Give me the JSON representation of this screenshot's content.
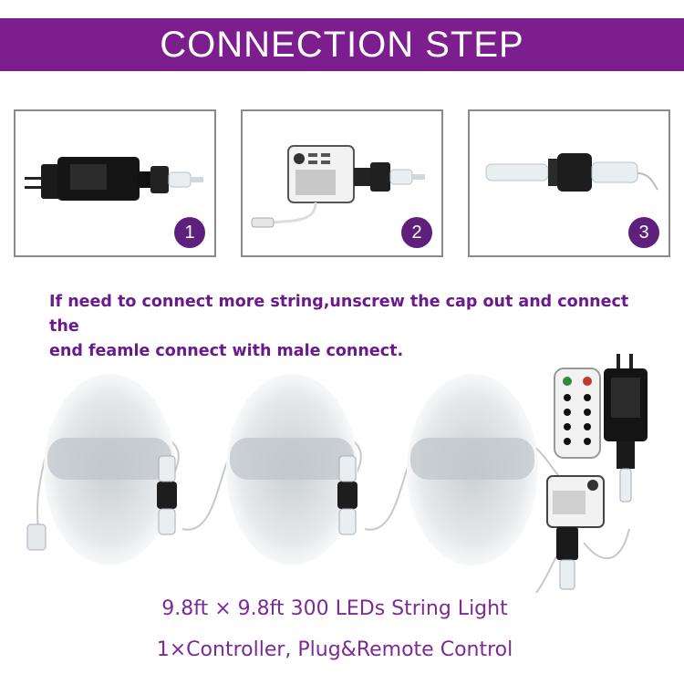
{
  "banner": {
    "title": "CONNECTION STEP"
  },
  "steps": [
    {
      "number": "1"
    },
    {
      "number": "2"
    },
    {
      "number": "3"
    }
  ],
  "instruction": {
    "line1": "If need to connect more string,unscrew the cap out and connect the",
    "line2": "end feamle connect with male connect."
  },
  "product": {
    "caption1": "9.8ft × 9.8ft 300 LEDs String Light",
    "caption2": "1×Controller, Plug&Remote Control"
  },
  "colors": {
    "accent": "#7c1e8e",
    "badge": "#5f1f7c",
    "text": "#6a1a8a"
  }
}
